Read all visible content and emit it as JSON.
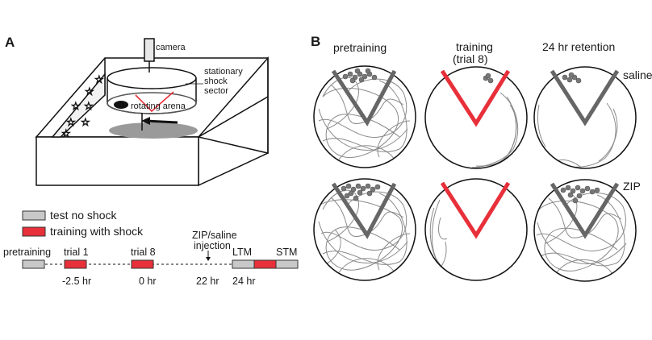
{
  "panel_a": {
    "letter": "A",
    "apparatus": {
      "camera_label": "camera",
      "sector_label": [
        "stationary",
        "shock",
        "sector"
      ],
      "arena_label": "rotating arena"
    },
    "legend": {
      "items": [
        {
          "label": "test no shock",
          "color": "#c8c8c8"
        },
        {
          "label": "training with shock",
          "color": "#e8303a"
        }
      ]
    },
    "timeline": {
      "labels": {
        "pretraining": "pretraining",
        "trial1": "trial 1",
        "trial8": "trial 8",
        "injection_line1": "ZIP/saline",
        "injection_line2": "injection",
        "ltm": "LTM",
        "stm": "STM"
      },
      "times": {
        "t1": "-2.5 hr",
        "t2": "0 hr",
        "t3": "22 hr",
        "t4": "24 hr"
      }
    }
  },
  "panel_b": {
    "letter": "B",
    "columns": [
      {
        "title": "pretraining",
        "subtitle": ""
      },
      {
        "title": "training",
        "subtitle": "(trial 8)"
      },
      {
        "title": "24 hr retention",
        "subtitle": ""
      }
    ],
    "rows": [
      {
        "label": "saline"
      },
      {
        "label": "ZIP"
      }
    ],
    "colors": {
      "gray_sector": "#666666",
      "red_sector": "#e8303a",
      "path": "#8a8a8a",
      "outline": "#111111"
    }
  }
}
